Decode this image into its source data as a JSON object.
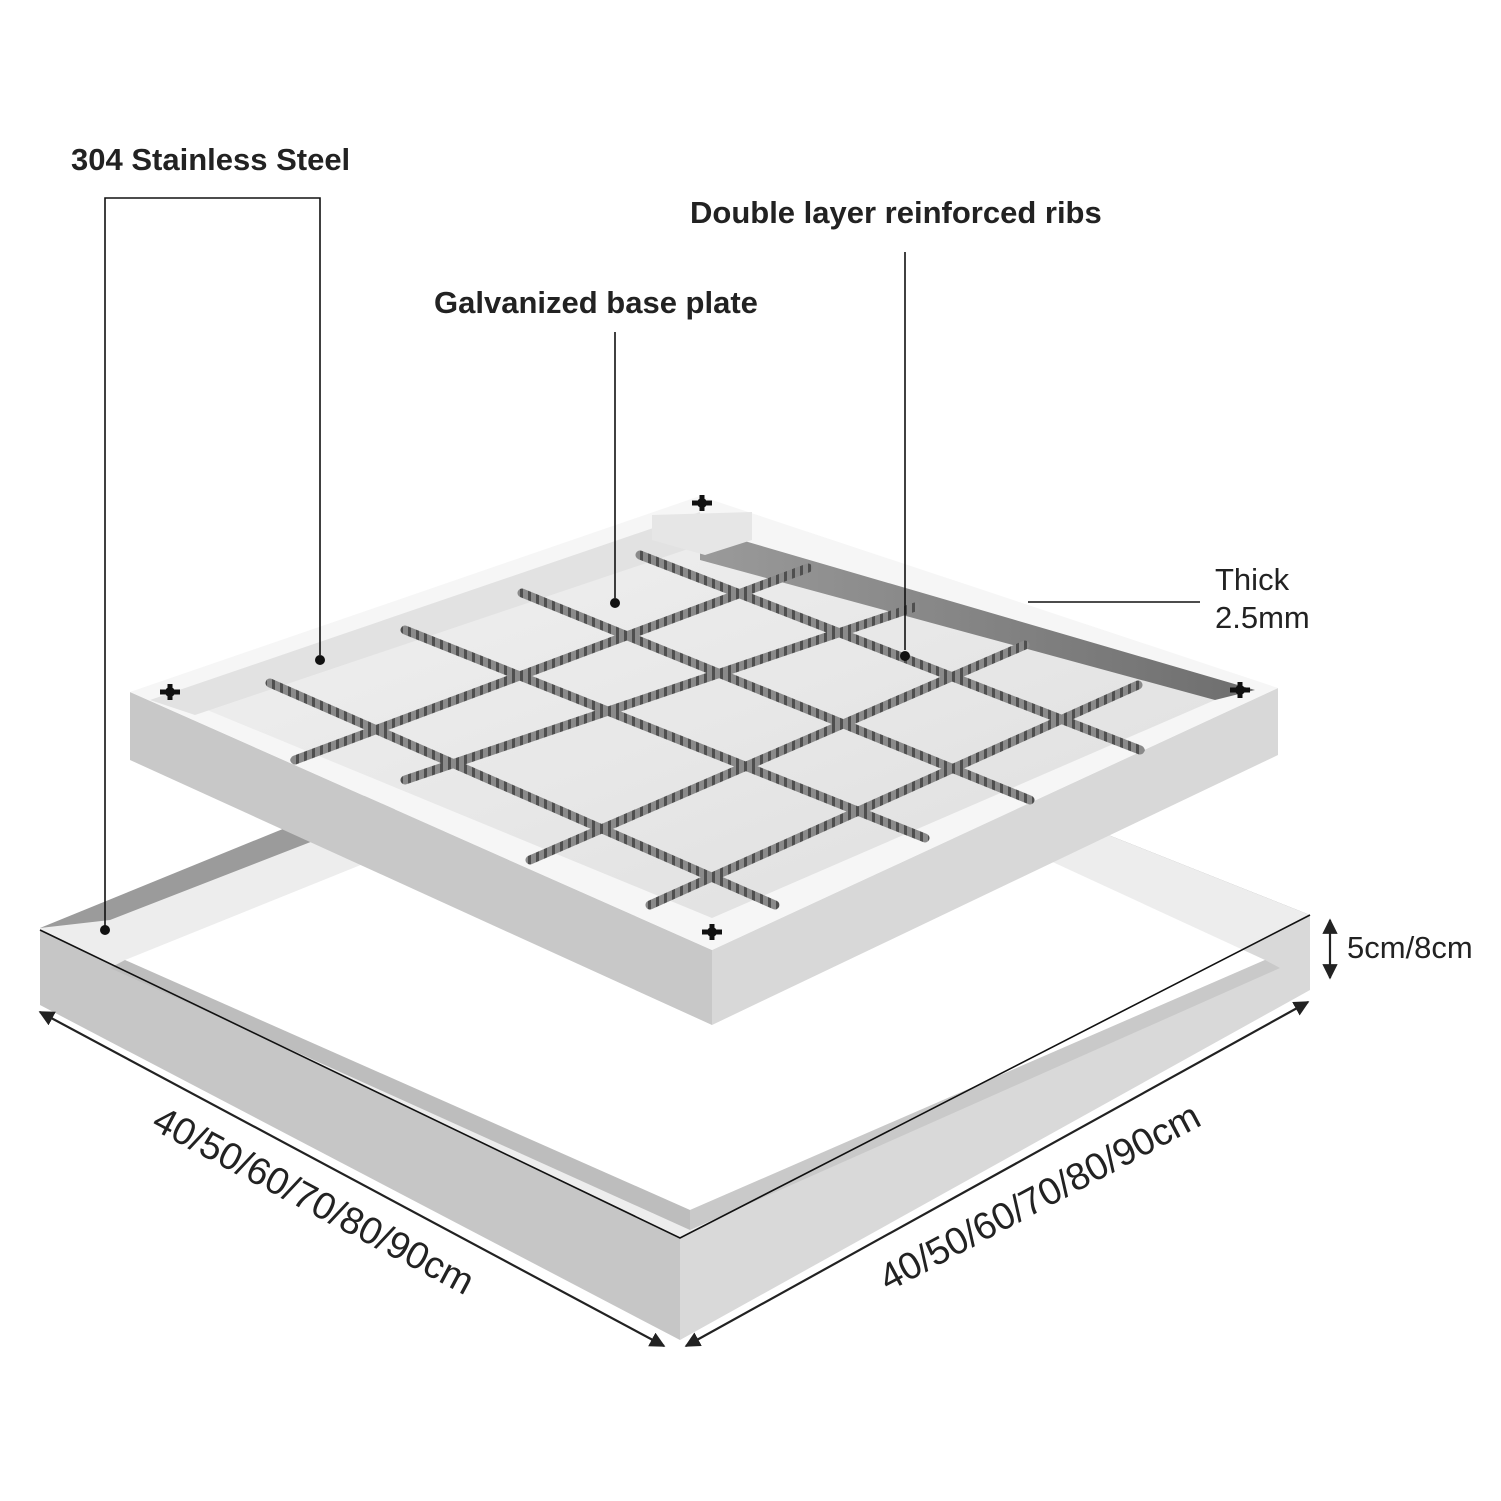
{
  "labels": {
    "stainless_steel": "304 Stainless Steel",
    "reinforced_ribs": "Double layer reinforced ribs",
    "base_plate": "Galvanized base plate",
    "thick_line1": "Thick",
    "thick_line2": "2.5mm",
    "height": "5cm/8cm",
    "width_left": "40/50/60/70/80/90cm",
    "width_right": "40/50/60/70/80/90cm"
  },
  "colors": {
    "frame_top": "#f4f4f4",
    "frame_left_face": "#c9c9c9",
    "frame_right_face": "#d6d6d6",
    "frame_inner_dark": "#8e8e8e",
    "tray_top": "#f7f7f7",
    "tray_inner_wall": "#7d7d7d",
    "tray_floor": "#e9e9e9",
    "rib": "#6a6a6a"
  }
}
